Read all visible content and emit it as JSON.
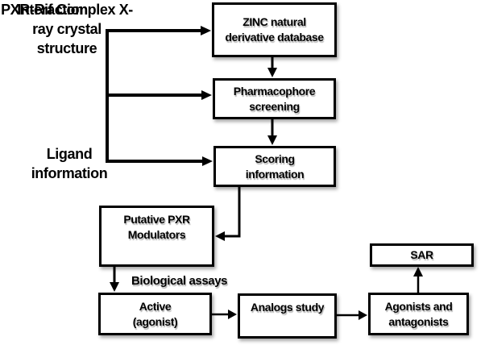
{
  "diagram": {
    "labels": {
      "crystal": {
        "line1": "PXR-Rif Complex X-",
        "line2": "ray crystal",
        "line3": "structure"
      },
      "interaction": "Interaction",
      "ligand": {
        "line1": "Ligand",
        "line2": "information"
      },
      "biological_assays": "Biological assays"
    },
    "boxes": {
      "zinc": {
        "line1": "ZINC natural",
        "line2": "derivative database"
      },
      "pharmacophore": {
        "line1": "Pharmacophore",
        "line2": "screening"
      },
      "scoring": {
        "line1": "Scoring",
        "line2": "information"
      },
      "putative": {
        "line1": "Putative PXR",
        "line2": "Modulators"
      },
      "active": {
        "line1": "Active",
        "line2": "(agonist)"
      },
      "analogs": {
        "label": "Analogs study"
      },
      "agonists": {
        "line1": "Agonists and",
        "line2": "antagonists"
      },
      "sar": {
        "label": "SAR"
      }
    },
    "colors": {
      "ink": "#000000",
      "box_border": "#000000",
      "background": "#ffffff"
    }
  }
}
